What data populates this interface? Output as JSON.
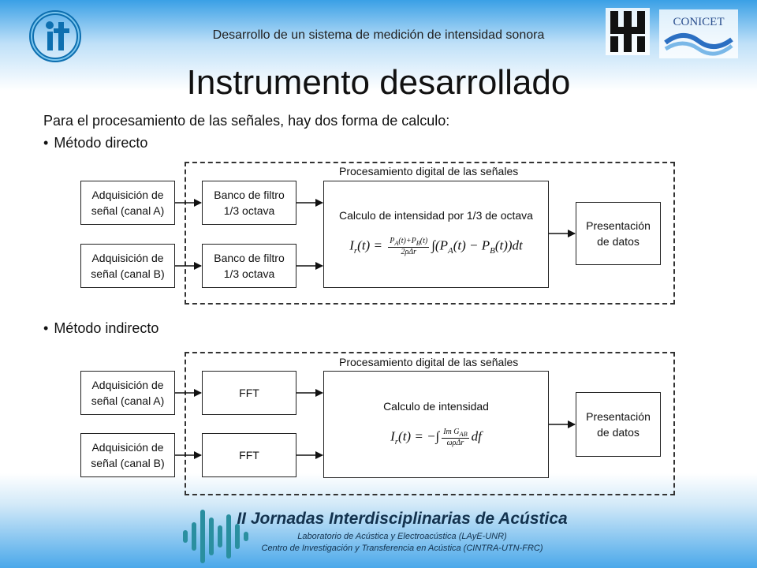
{
  "header": {
    "subtitle": "Desarrollo de un sistema de medición de intensidad sonora"
  },
  "title": "Instrumento desarrollado",
  "intro": "Para el procesamiento de las señales, hay dos forma de calculo:",
  "direct": {
    "bullet": "Método directo",
    "group_label": "Procesamiento digital de las señales",
    "inputs": [
      "Adquisición de\nseñal (canal A)",
      "Adquisición de\nseñal (canal B)"
    ],
    "filters": [
      "Banco de filtro\n1/3 octava",
      "Banco de filtro\n1/3 octava"
    ],
    "calc_title": "Calculo de intensidad por 1/3 de octava",
    "output": "Presentación\nde datos"
  },
  "indirect": {
    "bullet": "Método indirecto",
    "group_label": "Procesamiento digital de las señales",
    "inputs": [
      "Adquisición de\nseñal (canal A)",
      "Adquisición de\nseñal (canal B)"
    ],
    "transforms": [
      "FFT",
      "FFT"
    ],
    "calc_title": "Calculo de intensidad",
    "output": "Presentación\nde datos"
  },
  "footer": {
    "title": "II Jornadas  Interdisciplinarias de Acústica",
    "line1": "Laboratorio de Acústica y Electroacústica  (LAyE-UNR)",
    "line2": "Centro de Investigación y Transferencia  en Acústica (CINTRA-UTN-FRC)"
  },
  "logos": {
    "conicet_text": "CONICET"
  },
  "colors": {
    "header_blue": "#3aa0e6",
    "footer_blue": "#4aa8ea",
    "logo_teal": "#2a8fa0"
  }
}
